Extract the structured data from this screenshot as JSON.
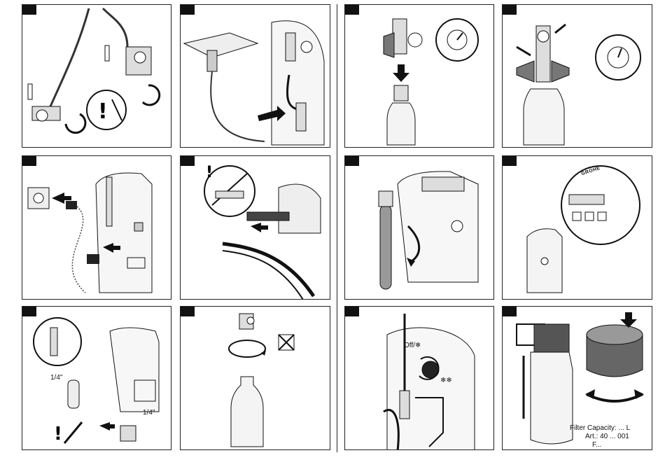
{
  "panels": {
    "p12": {
      "label_off": "Off/❄",
      "label_snow": "❄❄"
    },
    "p8": {
      "brand": "GROHE"
    },
    "p9": {
      "fraction_a": "1/4\"",
      "fraction_b": "1/4\""
    },
    "p16": {
      "filter_capacity": "Filter Capacity: ... L",
      "art": "Art.: 40 ... 001",
      "f_line": "F..."
    }
  }
}
